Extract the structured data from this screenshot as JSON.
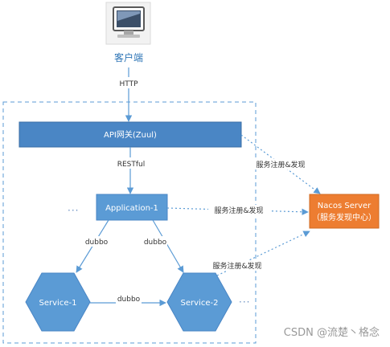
{
  "nodes": {
    "client": {
      "label": "客户端"
    },
    "gateway": {
      "label": "API网关(Zuul)"
    },
    "application": {
      "label": "Application-1"
    },
    "service1": {
      "label": "Service-1"
    },
    "service2": {
      "label": "Service-2"
    },
    "nacos": {
      "line1": "Nacos Server",
      "line2": "（服务发现中心）"
    }
  },
  "edges": {
    "client_gateway": "HTTP",
    "gateway_application": "RESTful",
    "app_service1": "dubbo",
    "app_service2": "dubbo",
    "service1_service2": "dubbo",
    "gateway_nacos": "服务注册&发现",
    "application_nacos": "服务注册&发现",
    "service2_nacos": "服务注册&发现"
  },
  "ellipsis": {
    "left": "···",
    "right": "···"
  },
  "watermark": "CSDN @流楚丶格念",
  "colors": {
    "node_blue": "#5b9bd5",
    "gateway_blue": "#4a86c5",
    "nacos_orange": "#ed7d31",
    "dashed_border": "#5b9bd5",
    "label_blue": "#2e75b6"
  }
}
